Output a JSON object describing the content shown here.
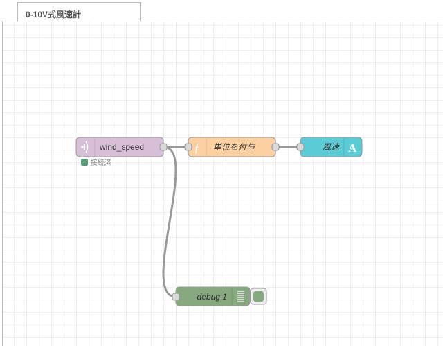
{
  "tab": {
    "label": "0-10V式風速計"
  },
  "nodes": {
    "input": {
      "label": "wind_speed",
      "icon": "wireless-icon",
      "color": "#D8BFD8",
      "status": "接続済",
      "status_color": "#5a9e7a"
    },
    "function": {
      "label": "単位を付与",
      "icon": "function-icon",
      "color": "#FDD0A2"
    },
    "text": {
      "label": "風速",
      "icon": "text-A-icon",
      "color": "#5BCBD5"
    },
    "debug": {
      "label": "debug 1",
      "icon": "list-icon",
      "color": "#87A980"
    }
  }
}
